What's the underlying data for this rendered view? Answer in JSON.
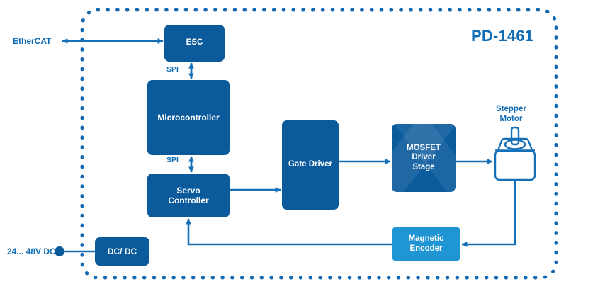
{
  "diagram": {
    "title": "PD-1461",
    "enclosure_label": "dashed-device-boundary",
    "colors": {
      "dark_blue": "#0a5a9c",
      "light_blue": "#2095d3",
      "line_blue": "#1570b8",
      "text_blue": "#0f6cb5",
      "background": "#ffffff"
    }
  },
  "blocks": [
    {
      "id": "esc",
      "label": "ESC"
    },
    {
      "id": "mcu",
      "label": "Microcontroller"
    },
    {
      "id": "servo",
      "label": "Servo\nController"
    },
    {
      "id": "gate",
      "label": "Gate Driver"
    },
    {
      "id": "mosfet",
      "label": "MOSFET\nDriver\nStage"
    },
    {
      "id": "encoder",
      "label": "Magnetic\nEncoder"
    },
    {
      "id": "dcdc",
      "label": "DC/ DC"
    }
  ],
  "block_labels": {
    "esc": "ESC",
    "mcu": "Microcontroller",
    "servo_line1": "Servo",
    "servo_line2": "Controller",
    "gate": "Gate Driver",
    "mosfet_line1": "MOSFET",
    "mosfet_line2": "Driver",
    "mosfet_line3": "Stage",
    "encoder_line1": "Magnetic",
    "encoder_line2": "Encoder",
    "dcdc": "DC/ DC"
  },
  "labels": {
    "ethercat": "EtherCAT",
    "power_supply": "24... 48V DC",
    "spi_top": "SPI",
    "spi_bottom": "SPI",
    "motor_line1": "Stepper",
    "motor_line2": "Motor"
  },
  "connections": [
    {
      "from": "ethercat-port",
      "to": "esc",
      "type": "bidirectional",
      "protocol": "EtherCAT"
    },
    {
      "from": "esc",
      "to": "mcu",
      "type": "bidirectional",
      "protocol": "SPI"
    },
    {
      "from": "mcu",
      "to": "servo",
      "type": "bidirectional",
      "protocol": "SPI"
    },
    {
      "from": "servo",
      "to": "gate",
      "type": "unidirectional"
    },
    {
      "from": "gate",
      "to": "mosfet",
      "type": "unidirectional"
    },
    {
      "from": "mosfet",
      "to": "motor",
      "type": "unidirectional"
    },
    {
      "from": "motor",
      "to": "encoder",
      "type": "unidirectional"
    },
    {
      "from": "encoder",
      "to": "servo",
      "type": "unidirectional"
    },
    {
      "from": "power-port",
      "to": "dcdc",
      "type": "unidirectional"
    }
  ],
  "icons": {
    "motor": "stepper-motor-icon",
    "power_terminal": "power-terminal-dot-icon"
  }
}
